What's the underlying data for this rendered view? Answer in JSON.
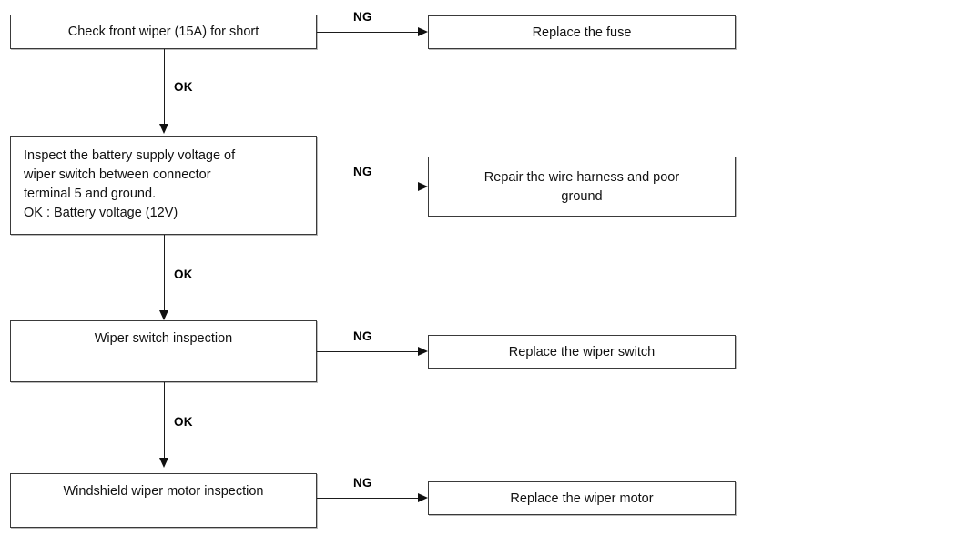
{
  "diagram": {
    "title": "Windshield wiper troubleshooting flowchart",
    "colors": {
      "box_border": "#3a3a3a",
      "box_fill": "#ffffff",
      "line": "#1b1b1b",
      "text": "#111111",
      "page_background": "#ffffff"
    },
    "steps": [
      {
        "id": "step-1",
        "text": "Check front wiper (15A) for short",
        "ok_label": "OK",
        "ng_label": "NG",
        "result": "Replace the fuse"
      },
      {
        "id": "step-2",
        "text": "Inspect the battery supply voltage of\nwiper switch between connector\nterminal 5 and ground.\nOK : Battery voltage (12V)",
        "ok_label": "OK",
        "ng_label": "NG",
        "result": "Repair the wire harness and poor\nground"
      },
      {
        "id": "step-3",
        "text": "Wiper switch inspection",
        "ok_label": "OK",
        "ng_label": "NG",
        "result": "Replace the wiper switch"
      },
      {
        "id": "step-4",
        "text": "Windshield wiper motor inspection",
        "ok_label": "",
        "ng_label": "NG",
        "result": "Replace the wiper motor"
      }
    ]
  }
}
